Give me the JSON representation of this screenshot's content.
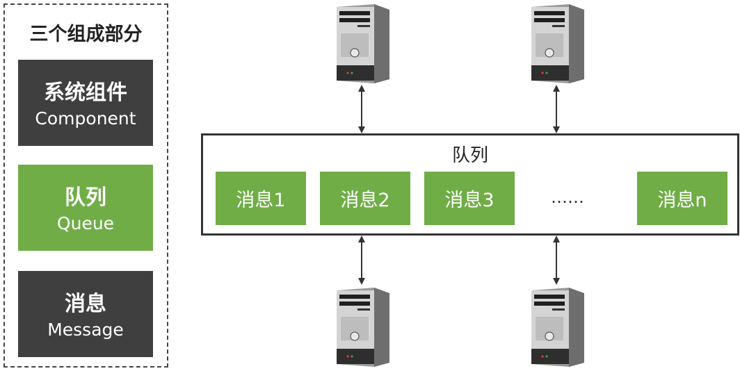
{
  "legend": {
    "title": "三个组成部分",
    "items": [
      {
        "cn": "系统组件",
        "en": "Component"
      },
      {
        "cn": "队列",
        "en": "Queue"
      },
      {
        "cn": "消息",
        "en": "Message"
      }
    ]
  },
  "queue": {
    "title": "队列",
    "messages": [
      "消息1",
      "消息2",
      "消息3",
      "消息n"
    ],
    "ellipsis": "……"
  },
  "colors": {
    "dark": "#3f3f3f",
    "green": "#70ad47",
    "border": "#333333"
  }
}
